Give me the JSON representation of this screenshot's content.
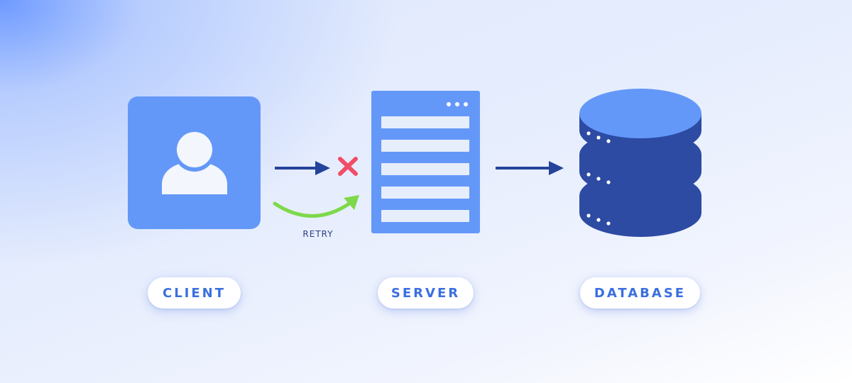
{
  "nodes": {
    "client": {
      "label": "CLIENT"
    },
    "server": {
      "label": "SERVER"
    },
    "database": {
      "label": "DATABASE"
    }
  },
  "edges": {
    "client_to_server": {
      "status": "failed",
      "failure_icon": "x-mark-icon"
    },
    "retry": {
      "label": "RETRY"
    },
    "server_to_database": {
      "status": "ok"
    }
  },
  "colors": {
    "node_blue": "#6498f8",
    "arrow_navy": "#24439a",
    "retry_green": "#7ed94a",
    "fail_red": "#f24d67",
    "db_dark": "#2d4ba3",
    "label_text": "#3a6fe0"
  }
}
